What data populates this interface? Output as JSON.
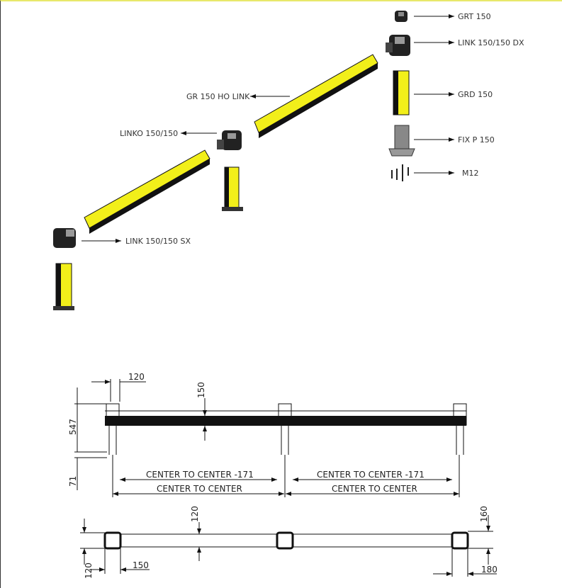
{
  "exploded_view": {
    "labels": {
      "grt": "GRT 150",
      "link_dx": "LINK 150/150 DX",
      "grd": "GRD 150",
      "fixp": "FIX P 150",
      "m12": "M12",
      "gr_link": "GR 150 HO LINK",
      "linko": "LINKO 150/150",
      "link_sx": "LINK 150/150 SX"
    }
  },
  "front_view": {
    "dim_width": "120",
    "dim_rail": "150",
    "dim_height": "547",
    "dim_base": "71",
    "c2c_minus_1": "CENTER TO CENTER -171",
    "c2c_minus_2": "CENTER TO CENTER -171",
    "c2c_1": "CENTER TO CENTER",
    "c2c_2": "CENTER TO CENTER"
  },
  "top_view": {
    "dim_rail": "120",
    "dim_post_h": "120",
    "dim_post_w": "150",
    "dim_end_h": "160",
    "dim_end_w": "180"
  },
  "colors": {
    "yellow": "#f2ef1a",
    "black": "#111111"
  }
}
